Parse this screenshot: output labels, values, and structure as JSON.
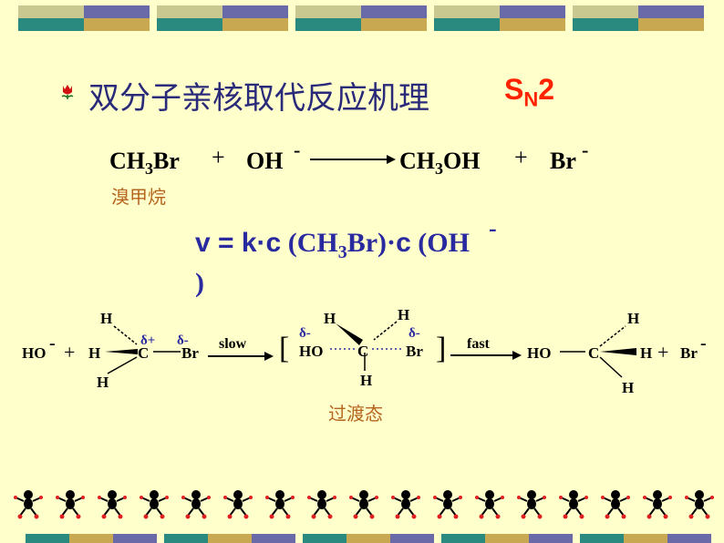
{
  "title": {
    "bullet_icon": "flower-bullet-icon",
    "text": "双分子亲核取代反应机理",
    "sn2_main": "S",
    "sn2_sub": "N",
    "sn2_tail": "2"
  },
  "equation": {
    "ch3br": [
      "CH",
      "3",
      "Br"
    ],
    "plus1": "+",
    "oh": "OH",
    "oh_charge": "-",
    "ch3oh": [
      "CH",
      "3",
      "OH"
    ],
    "plus2": "+",
    "br": "Br",
    "br_charge": "-",
    "reactant_name": "溴甲烷"
  },
  "rate_law": {
    "v_eq": "v = k·c",
    "open": "(CH",
    "sub3": "3",
    "br_close": "Br)·",
    "c2": "c",
    "oh_open": "(OH",
    "oh_charge": "-",
    "close": ")"
  },
  "mechanism": {
    "ho": "HO",
    "ho_charge": "-",
    "plus": "+",
    "h_top": "H",
    "h_left": "H",
    "h_bottom": "H",
    "c": "C",
    "br": "Br",
    "delta_plus": "δ+",
    "delta_minus": "δ-",
    "slow": "slow",
    "ts_bracket_open": "[",
    "ts_delta_left": "δ-",
    "ts_ho": "HO",
    "ts_c": "C",
    "ts_br": "Br",
    "ts_delta_right": "δ-",
    "ts_h_top_left": "H",
    "ts_h_top_right": "H",
    "ts_h_bottom": "H",
    "ts_bracket_close": "]",
    "fast": "fast",
    "prod_ho": "HO",
    "prod_c": "C",
    "prod_h_top": "H",
    "prod_h_right": "H",
    "prod_h_bottom": "H",
    "prod_plus": "+",
    "prod_br": "Br",
    "prod_br_charge": "-",
    "transition_state_label": "过渡态"
  },
  "colors": {
    "background": "#ffffcc",
    "title": "#2a2a7a",
    "sn2": "#ff2200",
    "brown_label": "#b5651d",
    "blue": "#2a2aa0"
  },
  "decorations": {
    "top_border": "striped-pattern-band",
    "bottom_border": "dancing-figures-band"
  }
}
